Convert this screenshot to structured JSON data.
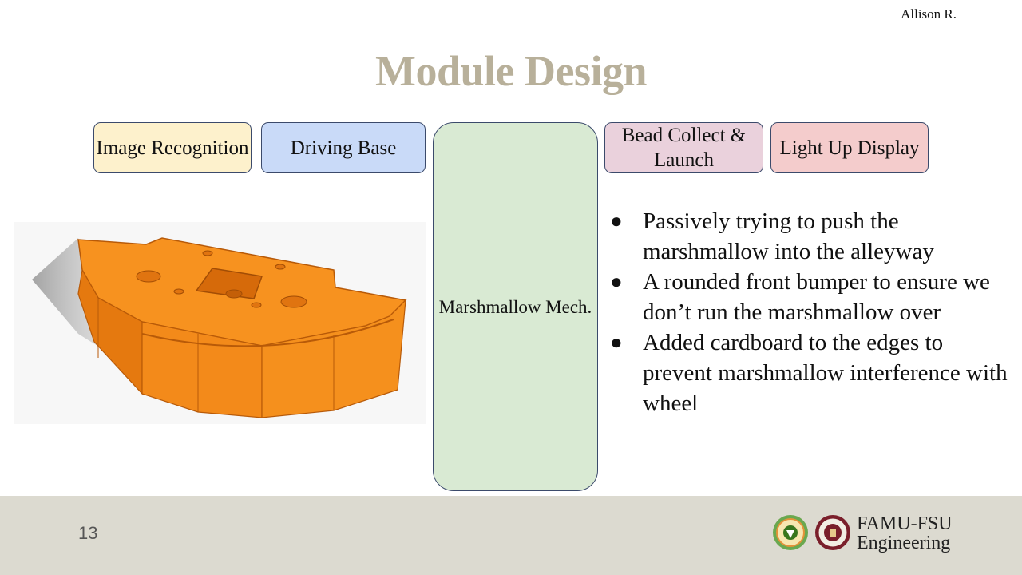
{
  "header": {
    "author": "Allison R.",
    "title": "Module Design"
  },
  "modules": [
    {
      "label": "Image Recognition",
      "color": "#fdf1cc"
    },
    {
      "label": "Driving Base",
      "color": "#c9daf8"
    },
    {
      "label": "Marshmallow Mech.",
      "color": "#d9ead3"
    },
    {
      "label": "Bead Collect & Launch",
      "color": "#ead1dc"
    },
    {
      "label": "Light Up Display",
      "color": "#f4cccc"
    }
  ],
  "bullets": [
    "Passively trying to push the marshmallow into the alleyway",
    "A rounded front bumper to ensure we don’t run the marshmallow over",
    "Added cardboard to the edges to prevent marshmallow interference with wheel"
  ],
  "footer": {
    "page_number": "13",
    "brand_line1": "FAMU-FSU",
    "brand_line2": "Engineering",
    "logos": [
      "famu-seal-icon",
      "fsu-seal-icon"
    ]
  },
  "colors": {
    "title": "#b8b09a",
    "part": "#f28a1e",
    "footer_bg": "#dcdad0"
  }
}
